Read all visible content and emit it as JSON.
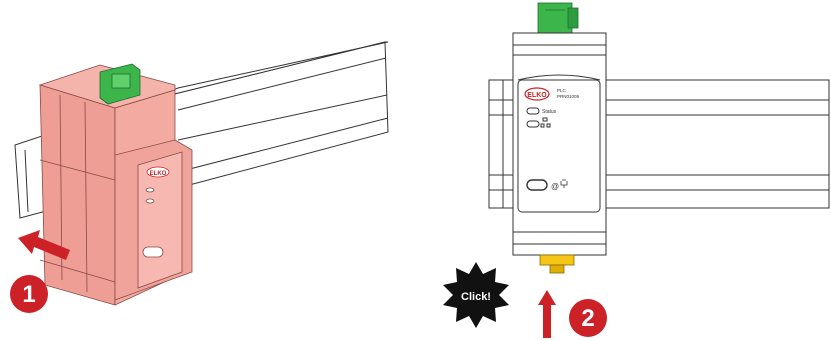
{
  "device": {
    "logo": "ELKO",
    "model": "PLC",
    "model_code": "PRN01009",
    "status_label": "Status",
    "wps_label": "@"
  },
  "steps": [
    {
      "number": "1"
    },
    {
      "number": "2"
    }
  ],
  "click_label": "Click!",
  "colors": {
    "step_red": "#cc2127",
    "device_highlight": "#f0a39a",
    "connector_green": "#34a853",
    "latch_yellow": "#f5c518",
    "line": "#333333"
  }
}
